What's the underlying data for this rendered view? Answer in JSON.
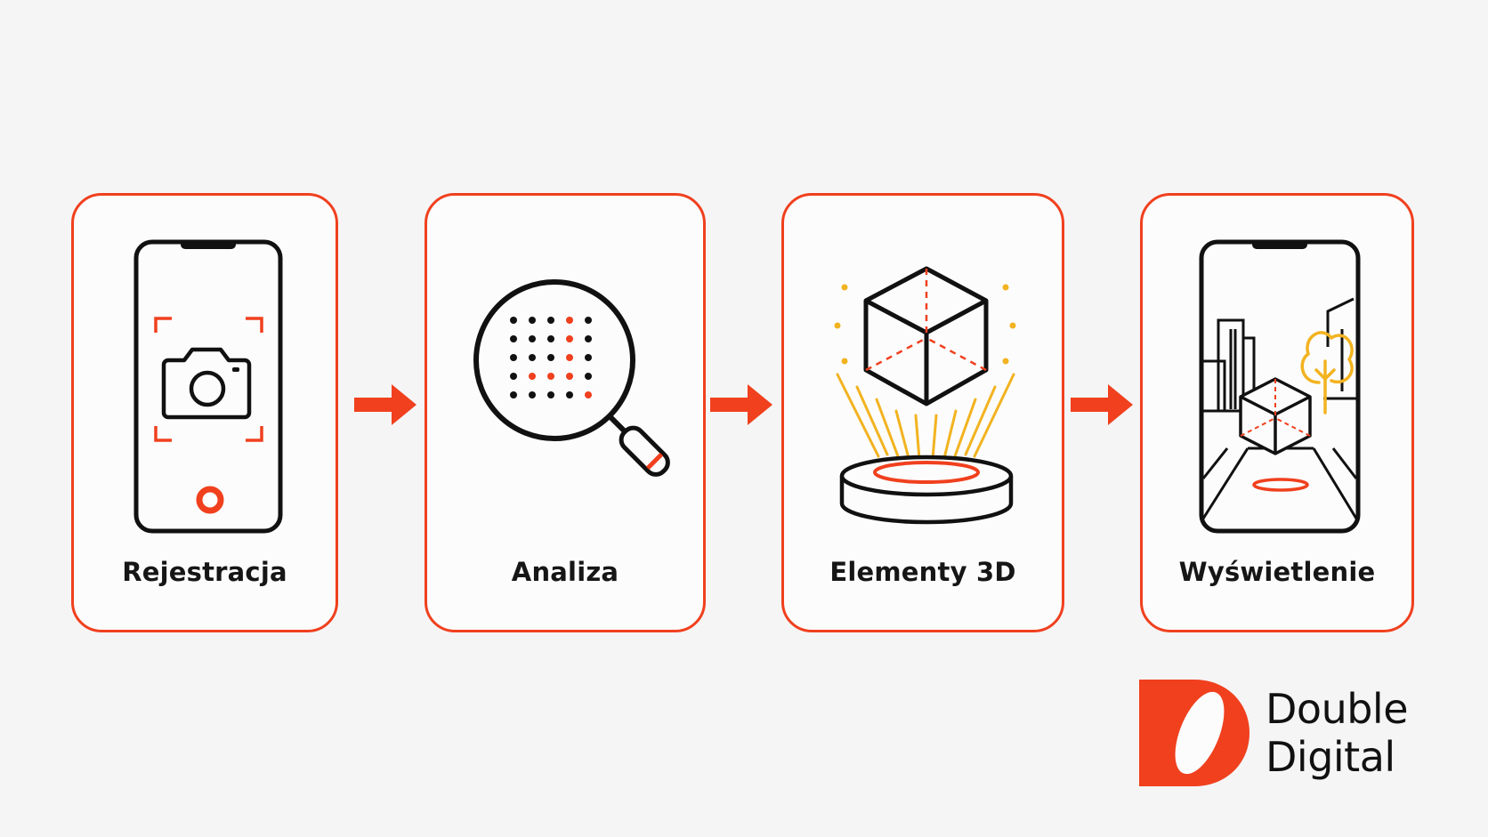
{
  "steps": [
    {
      "label": "Rejestracja",
      "icon": "phone-camera-icon"
    },
    {
      "label": "Analiza",
      "icon": "magnifier-dots-icon"
    },
    {
      "label": "Elementy 3D",
      "icon": "hologram-cube-icon"
    },
    {
      "label": "Wyświetlenie",
      "icon": "phone-ar-scene-icon"
    }
  ],
  "brand": {
    "line1": "Double",
    "line2": "Digital"
  },
  "colors": {
    "accent": "#f0401e",
    "highlight": "#f2b320",
    "ink": "#111111",
    "background": "#f5f5f6"
  }
}
